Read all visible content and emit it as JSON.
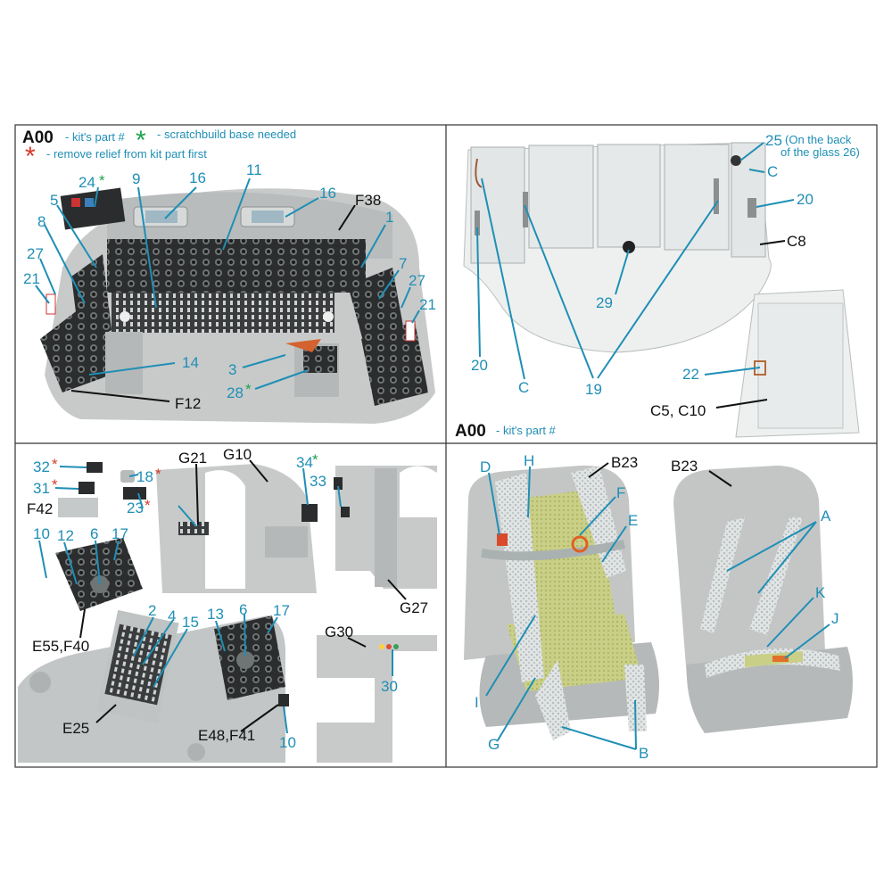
{
  "legend": {
    "kit_part_code": "A00",
    "kit_part_text": "- kit's part #",
    "scratch_symbol": "*",
    "scratch_text": "- scratchbuild base needed",
    "remove_symbol": "*",
    "remove_text": "- remove relief from kit part first"
  },
  "panel_canopy": {
    "kit_part_code": "A00",
    "kit_part_text": "- kit's part #",
    "note_25_line1": "(On the back",
    "note_25_line2": "of the glass 26)"
  },
  "labels": {
    "p1_24": "24",
    "p1_5": "5",
    "p1_8": "8",
    "p1_27a": "27",
    "p1_21a": "21",
    "p1_9": "9",
    "p1_11": "11",
    "p1_16a": "16",
    "p1_16b": "16",
    "p1_F38": "F38",
    "p1_1": "1",
    "p1_7": "7",
    "p1_27b": "27",
    "p1_21b": "21",
    "p1_14": "14",
    "p1_3": "3",
    "p1_28": "28",
    "p1_F12": "F12",
    "p2_25": "25",
    "p2_C1": "C",
    "p2_20a": "20",
    "p2_C8": "C8",
    "p2_29": "29",
    "p2_20b": "20",
    "p2_C2": "C",
    "p2_19": "19",
    "p2_22": "22",
    "p2_C5C10": "C5, C10",
    "p3_32": "32",
    "p3_31": "31",
    "p3_F42": "F42",
    "p3_18": "18",
    "p3_23": "23",
    "p3_G21": "G21",
    "p3_G10": "G10",
    "p3_34": "34",
    "p3_33": "33",
    "p3_G27": "G27",
    "p3_10a": "10",
    "p3_12": "12",
    "p3_6a": "6",
    "p3_17a": "17",
    "p3_E55F40": "E55,F40",
    "p3_2": "2",
    "p3_4": "4",
    "p3_15": "15",
    "p3_13": "13",
    "p3_6b": "6",
    "p3_17b": "17",
    "p3_E25": "E25",
    "p3_E48F41": "E48,F41",
    "p3_10b": "10",
    "p3_G30": "G30",
    "p3_30": "30",
    "p4_D": "D",
    "p4_H": "H",
    "p4_B23a": "B23",
    "p4_F": "F",
    "p4_E": "E",
    "p4_I": "I",
    "p4_G": "G",
    "p4_B": "B",
    "p4_B23b": "B23",
    "p4_A": "A",
    "p4_K": "K",
    "p4_J": "J"
  },
  "colors": {
    "label_teal": "#1f8fb5",
    "label_dark": "#111111",
    "mark_red": "#d53a2a",
    "mark_green": "#1ea34d",
    "plastic_grey": "#c4c6c6",
    "glass": "#eef0f0",
    "seat_cushion": "#c9cf86"
  }
}
